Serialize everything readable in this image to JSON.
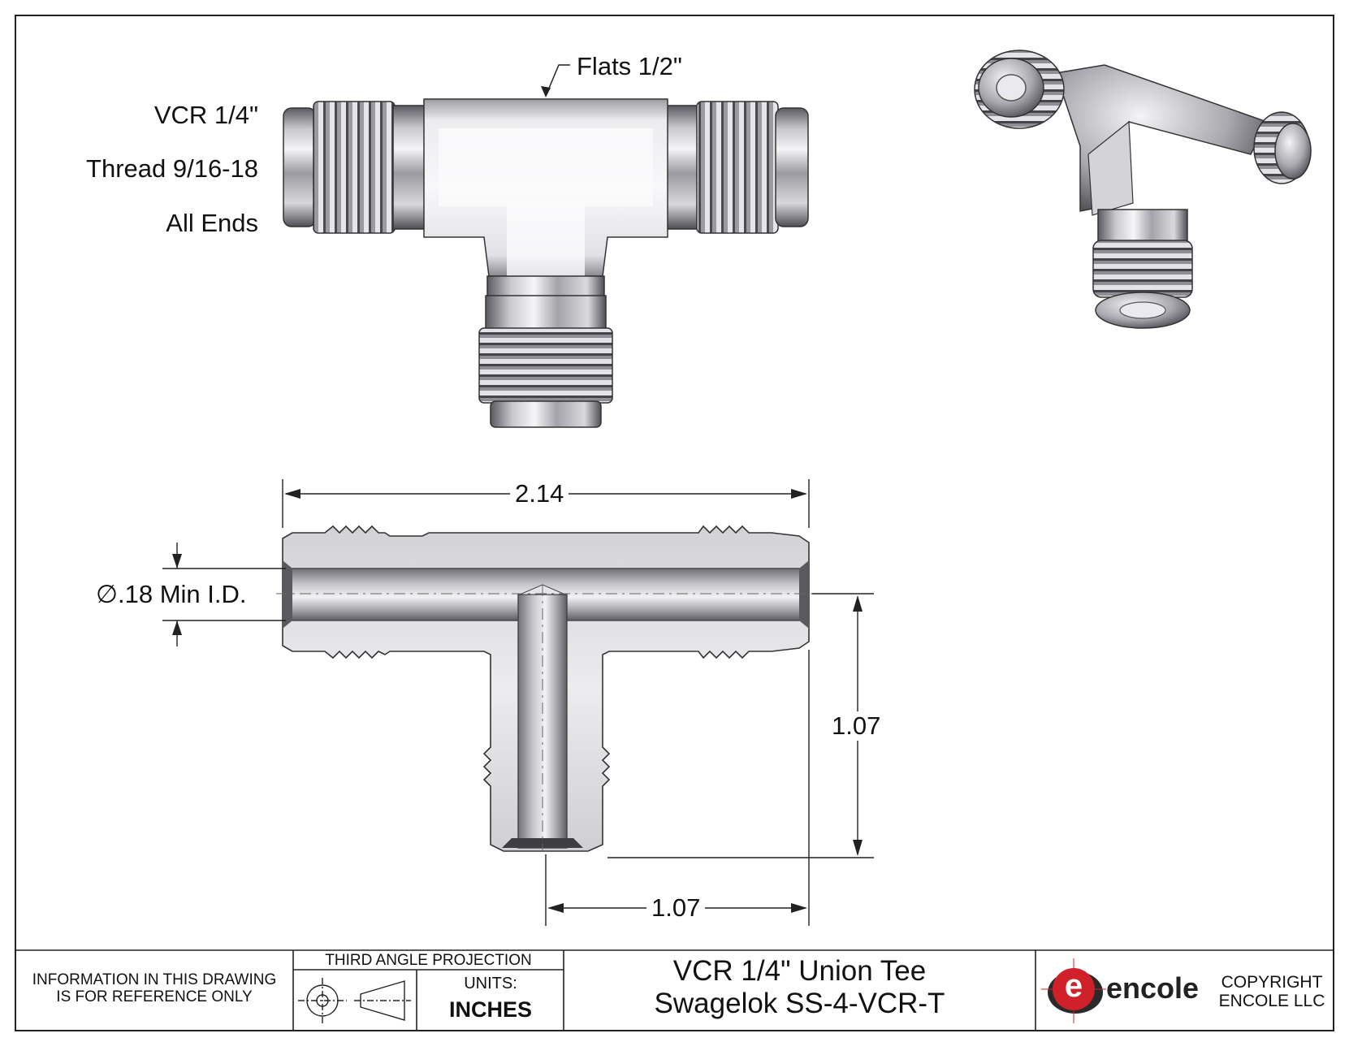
{
  "callouts": {
    "flats": "Flats 1/2\"",
    "vcr": "VCR 1/4\"",
    "thread": "Thread 9/16-18",
    "ends": "All Ends"
  },
  "dimensions": {
    "overall_length": "2.14",
    "min_id": ".18 Min I.D.",
    "diameter_symbol": "∅",
    "height": "1.07",
    "half_length": "1.07"
  },
  "title_block": {
    "note_line1": "INFORMATION IN THIS DRAWING",
    "note_line2": "IS FOR REFERENCE ONLY",
    "projection": "THIRD ANGLE PROJECTION",
    "units_label": "UNITS:",
    "units_value": "INCHES",
    "title_line1": "VCR 1/4\" Union Tee",
    "title_line2": "Swagelok SS-4-VCR-T",
    "logo_letter": "e",
    "logo_text": "encole",
    "copyright_line1": "COPYRIGHT",
    "copyright_line2": "ENCOLE  LLC"
  },
  "colors": {
    "logo_red": "#d0202a",
    "steel_light": "#e8e8ea",
    "steel_dark": "#6e6e73"
  }
}
